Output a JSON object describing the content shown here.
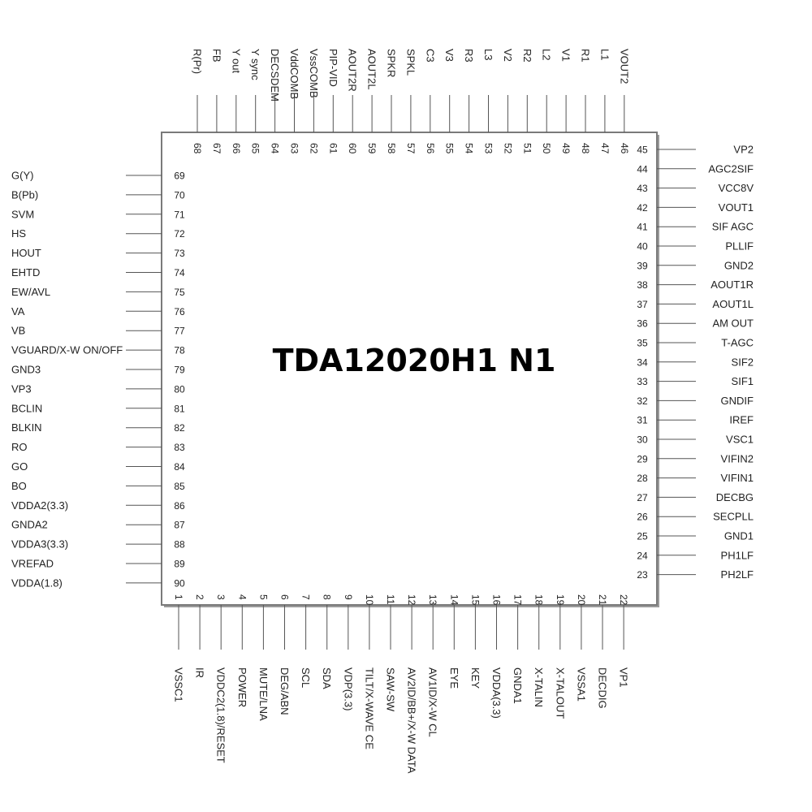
{
  "chip": {
    "name": "TDA12020H1 N1"
  },
  "pins": {
    "left": [
      {
        "num": "69",
        "name": "G(Y)"
      },
      {
        "num": "70",
        "name": "B(Pb)"
      },
      {
        "num": "71",
        "name": "SVM"
      },
      {
        "num": "72",
        "name": "HS"
      },
      {
        "num": "73",
        "name": "HOUT"
      },
      {
        "num": "74",
        "name": "EHTD"
      },
      {
        "num": "75",
        "name": "EW/AVL"
      },
      {
        "num": "76",
        "name": "VA"
      },
      {
        "num": "77",
        "name": "VB"
      },
      {
        "num": "78",
        "name": "VGUARD/X-W ON/OFF"
      },
      {
        "num": "79",
        "name": "GND3"
      },
      {
        "num": "80",
        "name": "VP3"
      },
      {
        "num": "81",
        "name": "BCLIN"
      },
      {
        "num": "82",
        "name": "BLKIN"
      },
      {
        "num": "83",
        "name": "RO"
      },
      {
        "num": "84",
        "name": "GO"
      },
      {
        "num": "85",
        "name": "BO"
      },
      {
        "num": "86",
        "name": "VDDA2(3.3)"
      },
      {
        "num": "87",
        "name": "GNDA2"
      },
      {
        "num": "88",
        "name": "VDDA3(3.3)"
      },
      {
        "num": "89",
        "name": "VREFAD"
      },
      {
        "num": "90",
        "name": "VDDA(1.8)"
      }
    ],
    "right": [
      {
        "num": "45",
        "name": "VP2"
      },
      {
        "num": "44",
        "name": "AGC2SIF"
      },
      {
        "num": "43",
        "name": "VCC8V"
      },
      {
        "num": "42",
        "name": "VOUT1"
      },
      {
        "num": "41",
        "name": "SIF AGC"
      },
      {
        "num": "40",
        "name": "PLLIF"
      },
      {
        "num": "39",
        "name": "GND2"
      },
      {
        "num": "38",
        "name": "AOUT1R"
      },
      {
        "num": "37",
        "name": "AOUT1L"
      },
      {
        "num": "36",
        "name": "AM OUT"
      },
      {
        "num": "35",
        "name": "T-AGC"
      },
      {
        "num": "34",
        "name": "SIF2"
      },
      {
        "num": "33",
        "name": "SIF1"
      },
      {
        "num": "32",
        "name": "GNDIF"
      },
      {
        "num": "31",
        "name": "IREF"
      },
      {
        "num": "30",
        "name": "VSC1"
      },
      {
        "num": "29",
        "name": "VIFIN2"
      },
      {
        "num": "28",
        "name": "VIFIN1"
      },
      {
        "num": "27",
        "name": "DECBG"
      },
      {
        "num": "26",
        "name": "SECPLL"
      },
      {
        "num": "25",
        "name": "GND1"
      },
      {
        "num": "24",
        "name": "PH1LF"
      },
      {
        "num": "23",
        "name": "PH2LF"
      }
    ],
    "top": [
      {
        "num": "68",
        "name": "R(Pr)"
      },
      {
        "num": "67",
        "name": "FB"
      },
      {
        "num": "66",
        "name": "Y out"
      },
      {
        "num": "65",
        "name": "Y sync"
      },
      {
        "num": "64",
        "name": "DECSDEM"
      },
      {
        "num": "63",
        "name": "VddCOMB"
      },
      {
        "num": "62",
        "name": "VssCOMB"
      },
      {
        "num": "61",
        "name": "PIP-VID"
      },
      {
        "num": "60",
        "name": "AOUT2R"
      },
      {
        "num": "59",
        "name": "AOUT2L"
      },
      {
        "num": "58",
        "name": "SPKR"
      },
      {
        "num": "57",
        "name": "SPKL"
      },
      {
        "num": "56",
        "name": "C3"
      },
      {
        "num": "55",
        "name": "V3"
      },
      {
        "num": "54",
        "name": "R3"
      },
      {
        "num": "53",
        "name": "L3"
      },
      {
        "num": "52",
        "name": "V2"
      },
      {
        "num": "51",
        "name": "R2"
      },
      {
        "num": "50",
        "name": "L2"
      },
      {
        "num": "49",
        "name": "V1"
      },
      {
        "num": "48",
        "name": "R1"
      },
      {
        "num": "47",
        "name": "L1"
      },
      {
        "num": "46",
        "name": "VOUT2"
      }
    ],
    "bottom": [
      {
        "num": "1",
        "name": "VSSC1"
      },
      {
        "num": "2",
        "name": "IR"
      },
      {
        "num": "3",
        "name": "VDDC2(1.8)/RESET"
      },
      {
        "num": "4",
        "name": "POWER"
      },
      {
        "num": "5",
        "name": "MUTE/LNA"
      },
      {
        "num": "6",
        "name": "DEG/ABN"
      },
      {
        "num": "7",
        "name": "SCL"
      },
      {
        "num": "8",
        "name": "SDA"
      },
      {
        "num": "9",
        "name": "VDP(3.3)"
      },
      {
        "num": "10",
        "name": "TILT/X-WAVE CE"
      },
      {
        "num": "11",
        "name": "SAW-SW"
      },
      {
        "num": "12",
        "name": "AV2ID/BB+/X-W DATA"
      },
      {
        "num": "13",
        "name": "AV1ID/X-W CL"
      },
      {
        "num": "14",
        "name": "EYE"
      },
      {
        "num": "15",
        "name": "KEY"
      },
      {
        "num": "16",
        "name": "VDDA(3.3)"
      },
      {
        "num": "17",
        "name": "GNDA1"
      },
      {
        "num": "18",
        "name": "X-TALIN"
      },
      {
        "num": "19",
        "name": "X-TALOUT"
      },
      {
        "num": "20",
        "name": "VSSA1"
      },
      {
        "num": "21",
        "name": "DECDIG"
      },
      {
        "num": "22",
        "name": "VP1"
      }
    ]
  }
}
